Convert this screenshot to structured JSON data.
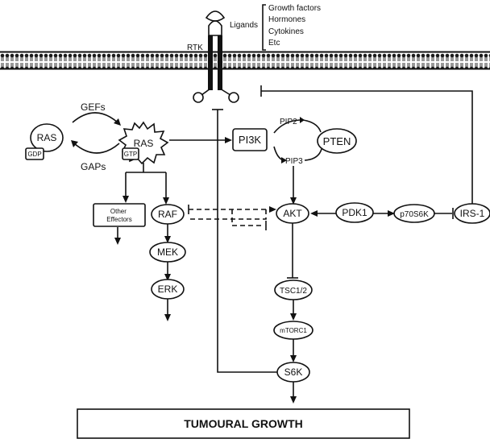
{
  "ligands": {
    "label": "Ligands",
    "list": [
      "Growth factors",
      "Hormones",
      "Cytokines",
      "Etc"
    ]
  },
  "rtk_label": "RTK",
  "ras": {
    "ras_gdp": "RAS",
    "gdp": "GDP",
    "ras_gtp": "RAS",
    "gtp": "GTP",
    "gefs": "GEFs",
    "gaps": "GAPs"
  },
  "pi3k_branch": {
    "pi3k": "PI3K",
    "pip2": "PIP2",
    "pip3": "PIP3",
    "pten": "PTEN"
  },
  "other_effectors": "Other\nEffectors",
  "mapk": {
    "raf": "RAF",
    "mek": "MEK",
    "erk": "ERK"
  },
  "akt_branch": {
    "akt": "AKT",
    "pdk1": "PDK1",
    "p70s6k": "p70S6K",
    "irs1": "IRS-1",
    "tsc": "TSC1/2",
    "mtorc1": "mTORC1",
    "s6k": "S6K"
  },
  "outcome": "TUMOURAL GROWTH"
}
